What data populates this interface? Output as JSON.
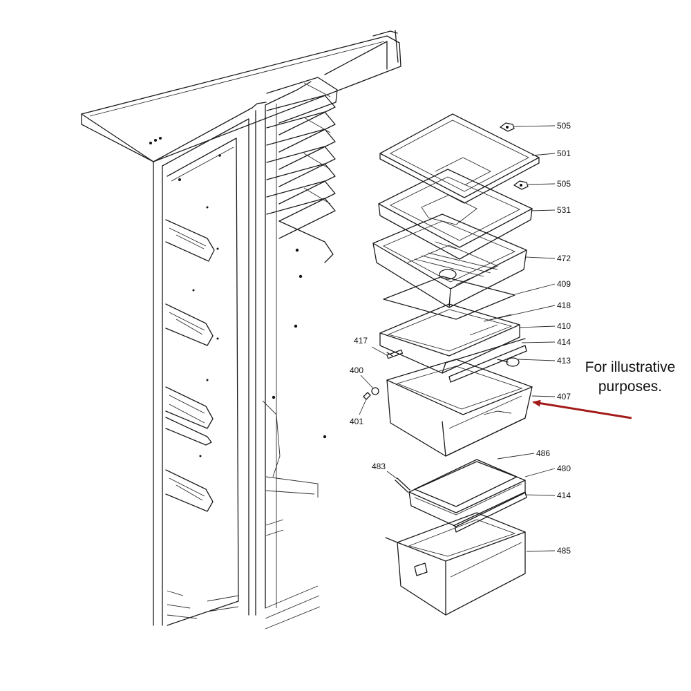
{
  "part_labels": {
    "p505a": "505",
    "p501": "501",
    "p505b": "505",
    "p531": "531",
    "p472": "472",
    "p409": "409",
    "p418": "418",
    "p410": "410",
    "p414a": "414",
    "p413": "413",
    "p417": "417",
    "p400": "400",
    "p401": "401",
    "p407": "407",
    "p486": "486",
    "p483": "483",
    "p480": "480",
    "p414b": "414",
    "p485": "485"
  },
  "note": {
    "line1": "For illustrative",
    "line2": "purposes."
  },
  "colors": {
    "arrow": "#a31a1a",
    "line": "#1a1a1a"
  }
}
